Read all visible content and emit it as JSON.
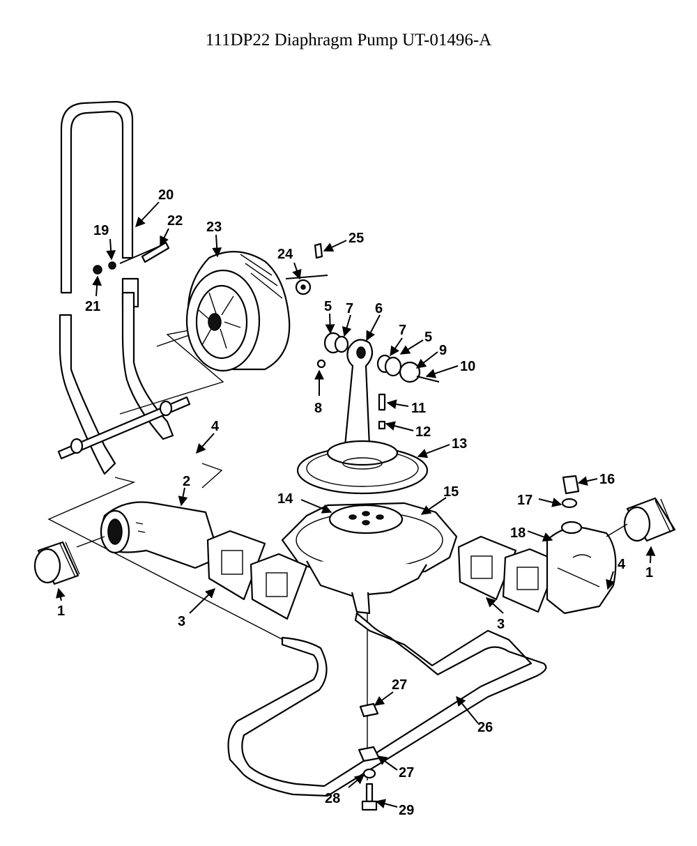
{
  "title": "111DP22 Diaphragm Pump UT-01496-A",
  "callouts": [
    {
      "id": "c1a",
      "text": "1"
    },
    {
      "id": "c1b",
      "text": "1"
    },
    {
      "id": "c2",
      "text": "2"
    },
    {
      "id": "c3a",
      "text": "3"
    },
    {
      "id": "c3b",
      "text": "3"
    },
    {
      "id": "c4a",
      "text": "4"
    },
    {
      "id": "c4b",
      "text": "4"
    },
    {
      "id": "c5a",
      "text": "5"
    },
    {
      "id": "c5b",
      "text": "5"
    },
    {
      "id": "c6",
      "text": "6"
    },
    {
      "id": "c7a",
      "text": "7"
    },
    {
      "id": "c7b",
      "text": "7"
    },
    {
      "id": "c8",
      "text": "8"
    },
    {
      "id": "c9",
      "text": "9"
    },
    {
      "id": "c10",
      "text": "10"
    },
    {
      "id": "c11",
      "text": "11"
    },
    {
      "id": "c12",
      "text": "12"
    },
    {
      "id": "c13",
      "text": "13"
    },
    {
      "id": "c14",
      "text": "14"
    },
    {
      "id": "c15",
      "text": "15"
    },
    {
      "id": "c16",
      "text": "16"
    },
    {
      "id": "c17",
      "text": "17"
    },
    {
      "id": "c18",
      "text": "18"
    },
    {
      "id": "c19",
      "text": "19"
    },
    {
      "id": "c20",
      "text": "20"
    },
    {
      "id": "c21",
      "text": "21"
    },
    {
      "id": "c22",
      "text": "22"
    },
    {
      "id": "c23",
      "text": "23"
    },
    {
      "id": "c24",
      "text": "24"
    },
    {
      "id": "c25",
      "text": "25"
    },
    {
      "id": "c26",
      "text": "26"
    },
    {
      "id": "c27a",
      "text": "27"
    },
    {
      "id": "c27b",
      "text": "27"
    },
    {
      "id": "c28",
      "text": "28"
    },
    {
      "id": "c29",
      "text": "29"
    }
  ]
}
